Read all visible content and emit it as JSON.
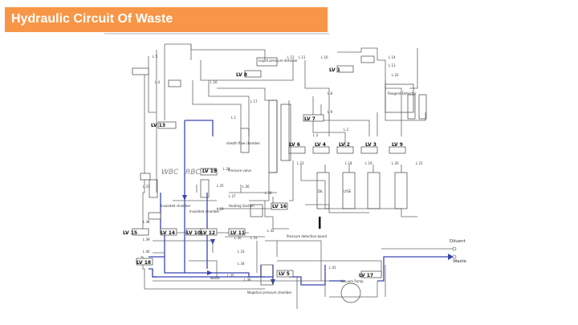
{
  "slide": {
    "title": "Hydraulic Circuit Of Waste"
  },
  "diagram": {
    "lines_small": [
      "L 12",
      "L 11",
      "L 10",
      "L 5",
      "L 14",
      "L 13",
      "L 4",
      "L 16",
      "L 17",
      "L 8",
      "L 9",
      "L 1",
      "L 2",
      "L 3",
      "L 18",
      "L 19",
      "L 20",
      "L 21",
      "L 22",
      "L 23",
      "L 24",
      "L 25",
      "L 26",
      "L 27",
      "L 28",
      "L 29",
      "L 30",
      "L 31",
      "L 32",
      "L 33",
      "L 34",
      "L 35",
      "L 36",
      "L 37",
      "L 38",
      "L 39",
      "L 40",
      "L 41"
    ],
    "valves": [
      "LV 8",
      "LV 1",
      "LV 6",
      "LV 4",
      "LV 2",
      "LV 3",
      "LV 9",
      "LV 7",
      "LV 15",
      "LV 14",
      "LV 10",
      "LV 12",
      "LV 11",
      "LV 16",
      "LV 18",
      "LV 17",
      "LV 5",
      "LV 13",
      "LV 19"
    ],
    "components": {
      "liquid_pressure_detector": "Liquid pressure detector",
      "reagent_detector": "Reagent Detector",
      "sheath_flow_chamber": "sheath flow chamber",
      "pressure_valve": "Pressure valve",
      "insulated_chamber_1": "Insulated chamber",
      "insulated_chamber_2": "Insulated chamber",
      "heating_section": "Heating Section",
      "pressure_detection_board": "Pressure detection board",
      "negative_pressure_chamber": "Negative pressure chamber",
      "vacuum_pump": "Vacuum Pump",
      "diluent": "Diluent",
      "waste": "Waste",
      "waste_outlet": "waste",
      "wbc": "WBC",
      "rbc": "RBC",
      "dil": "DIL",
      "lyse": "LYSE"
    }
  }
}
